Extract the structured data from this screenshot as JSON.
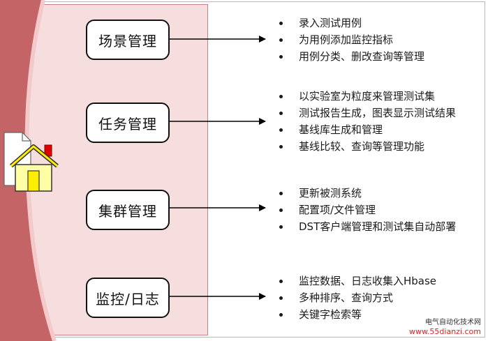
{
  "modules": [
    {
      "title": "场景管理",
      "items": [
        "录入测试用例",
        "为用例添加监控指标",
        "用例分类、删改查询等管理"
      ]
    },
    {
      "title": "任务管理",
      "items": [
        "以实验室为粒度来管理测试集",
        "测试报告生成，图表显示测试结果",
        "基线库生成和管理",
        "基线比较、查询等管理功能"
      ]
    },
    {
      "title": "集群管理",
      "items": [
        "更新被测系统",
        "配置项/文件管理",
        "DST客户端管理和测试集自动部署"
      ]
    },
    {
      "title": "监控/日志",
      "items": [
        "监控数据、日志收集入Hbase",
        "多种排序、查询方式",
        "关键字检索等"
      ]
    }
  ],
  "watermark": {
    "name": "电气自动化技术网",
    "url": "www.55dianzi.com"
  },
  "colors": {
    "panel": "#f6dede",
    "arc": "#c56466",
    "house_body": "#ffffa6",
    "house_door": "#ffee00",
    "chimney": "#e00000"
  },
  "icons": [
    "document-icon",
    "house-icon"
  ]
}
